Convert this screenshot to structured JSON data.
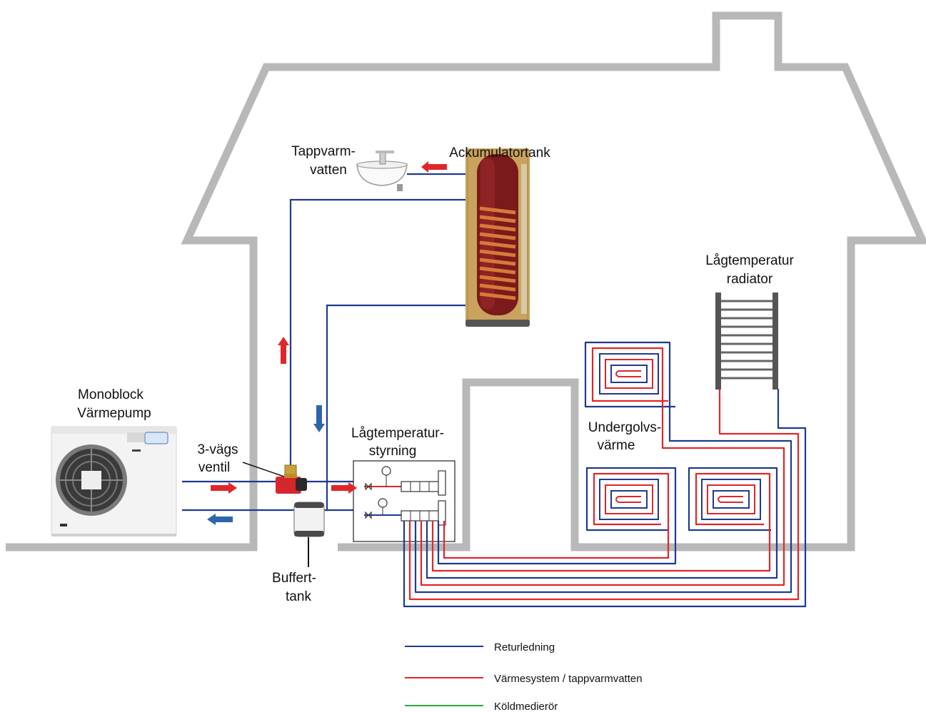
{
  "labels": {
    "accumulator_tank": "Ackumulatortank",
    "hot_water_line1": "Tappvarm-",
    "hot_water_line2": "vatten",
    "lowtemp_radiator_line1": "Lågtemperatur",
    "lowtemp_radiator_line2": "radiator",
    "heat_pump_line1": "Monoblock",
    "heat_pump_line2": "Värmepump",
    "three_way_valve_line1": "3-vägs",
    "three_way_valve_line2": "ventil",
    "lowtemp_control_line1": "Lågtemperatur-",
    "lowtemp_control_line2": "styrning",
    "underfloor_line1": "Undergolvs-",
    "underfloor_line2": "värme",
    "buffer_tank_line1": "Buffert-",
    "buffer_tank_line2": "tank"
  },
  "legend": [
    {
      "label": "Returledning",
      "color": "#1f3a8f"
    },
    {
      "label": "Värmesystem / tappvarmvatten",
      "color": "#e0262b"
    },
    {
      "label": "Köldmedierör",
      "color": "#2aa845"
    }
  ],
  "colors": {
    "return_line": "#1f3a8f",
    "supply_line": "#e0262b",
    "refrigerant_line": "#2aa845",
    "house_outline": "#b8b8b8",
    "arrow_red": "#e0262b",
    "arrow_blue": "#2f64ad"
  }
}
